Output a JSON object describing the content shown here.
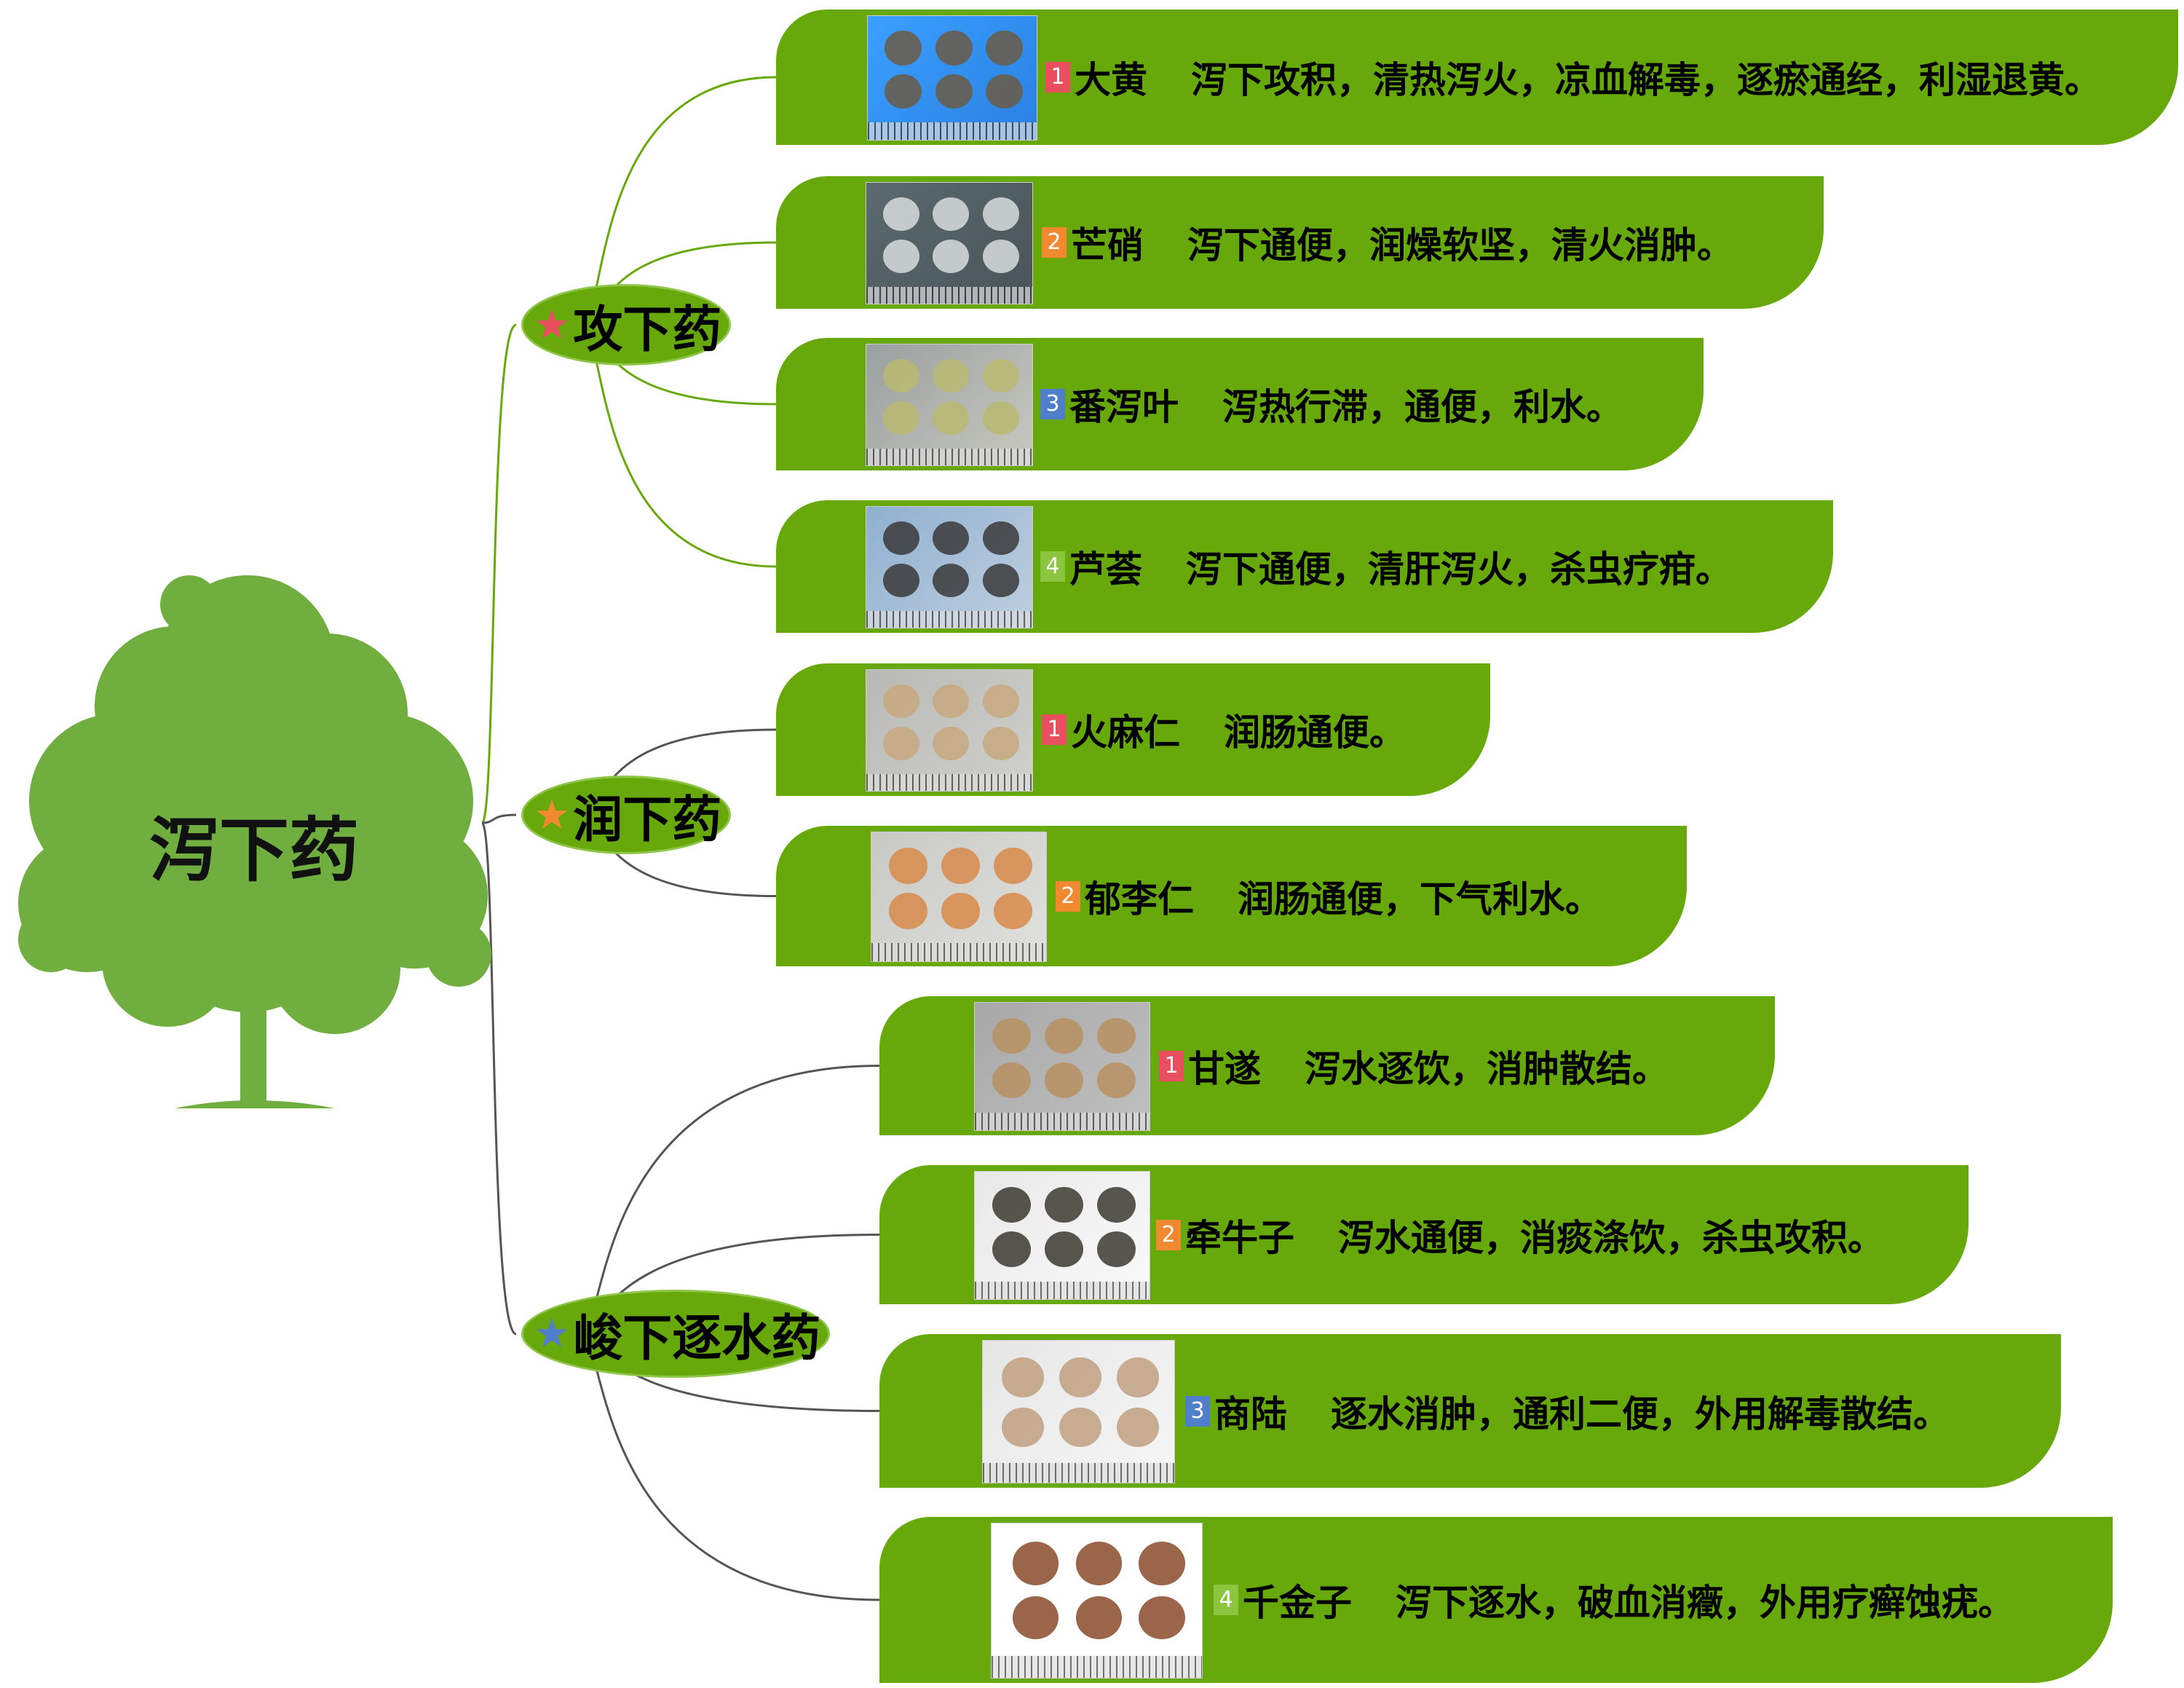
{
  "root": {
    "label": "泻下药",
    "icon": "tree-icon",
    "color": "#6fae3f"
  },
  "card_color": "#67a90b",
  "badge_colors": {
    "1": "#e94f5f",
    "2": "#f0892f",
    "3": "#4f7ecb",
    "4": "#8cc63f"
  },
  "branches": [
    {
      "label": "攻下药",
      "star_color": "#e94f5f",
      "items": [
        {
          "num": "1",
          "name": "大黄",
          "desc": "泻下攻积，清热泻火，凉血解毒，逐瘀通经，利湿退黄。"
        },
        {
          "num": "2",
          "name": "芒硝",
          "desc": "泻下通便，润燥软坚，清火消肿。"
        },
        {
          "num": "3",
          "name": "番泻叶",
          "desc": "泻热行滞，通便，利水。"
        },
        {
          "num": "4",
          "name": "芦荟",
          "desc": "泻下通便，清肝泻火，杀虫疗疳。"
        }
      ]
    },
    {
      "label": "润下药",
      "star_color": "#f0892f",
      "items": [
        {
          "num": "1",
          "name": "火麻仁",
          "desc": "润肠通便。"
        },
        {
          "num": "2",
          "name": "郁李仁",
          "desc": "润肠通便，下气利水。"
        }
      ]
    },
    {
      "label": "峻下逐水药",
      "star_color": "#4f7ecb",
      "items": [
        {
          "num": "1",
          "name": "甘遂",
          "desc": "泻水逐饮，消肿散结。"
        },
        {
          "num": "2",
          "name": "牵牛子",
          "desc": "泻水通便，消痰涤饮，杀虫攻积。"
        },
        {
          "num": "3",
          "name": "商陆",
          "desc": "逐水消肿，通利二便，外用解毒散结。"
        },
        {
          "num": "4",
          "name": "千金子",
          "desc": "泻下逐水，破血消癥，外用疗癣蚀疣。"
        }
      ]
    }
  ]
}
